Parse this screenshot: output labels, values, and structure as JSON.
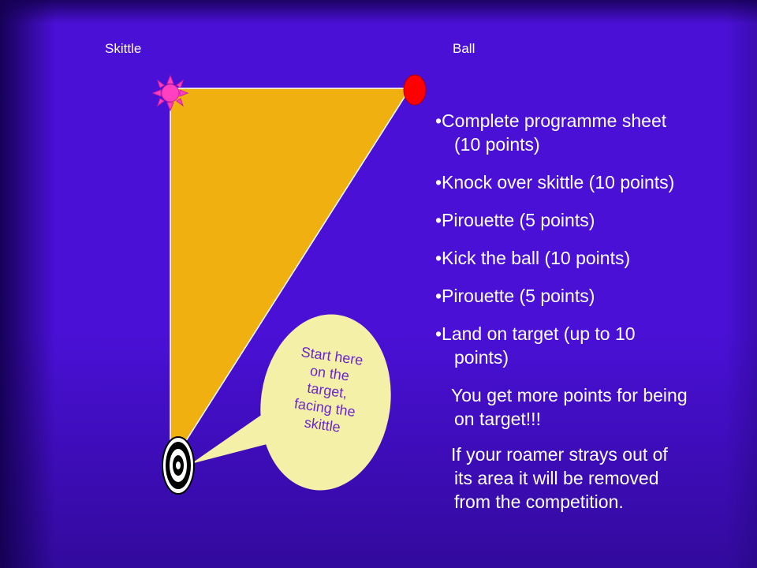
{
  "labels": {
    "skittle": "Skittle",
    "ball": "Ball"
  },
  "rules": [
    {
      "line1": "•Complete programme sheet",
      "line2": "(10 points)"
    },
    {
      "line1": "•Knock over skittle (10 points)",
      "line2": ""
    },
    {
      "line1": "•Pirouette (5 points)",
      "line2": ""
    },
    {
      "line1": "•Kick the ball (10 points)",
      "line2": ""
    },
    {
      "line1": "•Pirouette (5 points)",
      "line2": ""
    },
    {
      "line1": "•Land on target (up to 10",
      "line2": "points)"
    }
  ],
  "notes": [
    {
      "line1": "You get more points for being",
      "line2": "on target!!!",
      "line3": ""
    },
    {
      "line1": "If your roamer strays out of",
      "line2": "its area it will be removed",
      "line3": "from the competition."
    }
  ],
  "bubble": {
    "lines": [
      "Start here",
      "on the",
      "target,",
      "facing the",
      "skittle"
    ]
  },
  "colors": {
    "background": "#4a10d6",
    "triangle": "#f0b010",
    "ball": "#ff0000",
    "skittle": "#ff40c0",
    "bubble": "#f4f0a8",
    "bubble_text": "#6a28c8",
    "text": "#ffffff"
  },
  "icons": {
    "skittle": "sun-icon",
    "ball": "ball-icon",
    "target": "target-icon"
  }
}
